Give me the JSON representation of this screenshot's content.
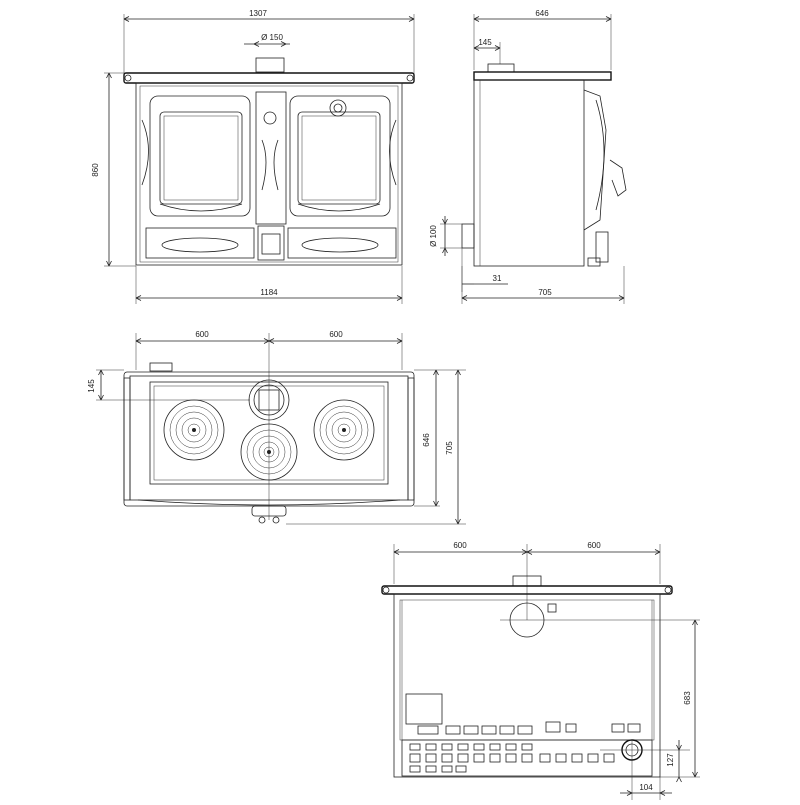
{
  "front_view": {
    "width_total": "1307",
    "flue_diameter": "Ø 150",
    "height": "860",
    "width_body": "1184"
  },
  "side_view": {
    "depth_total": "646",
    "flue_offset": "145",
    "outlet_diameter": "Ø 100",
    "outlet_offset": "31",
    "depth_with_handle": "705"
  },
  "top_view": {
    "left_half": "600",
    "right_half": "600",
    "flue_offset": "145",
    "depth_inner": "646",
    "depth_total": "705"
  },
  "rear_view": {
    "left_half": "600",
    "right_half": "600",
    "flue_height": "683",
    "outlet_height": "127",
    "outlet_offset": "104"
  }
}
